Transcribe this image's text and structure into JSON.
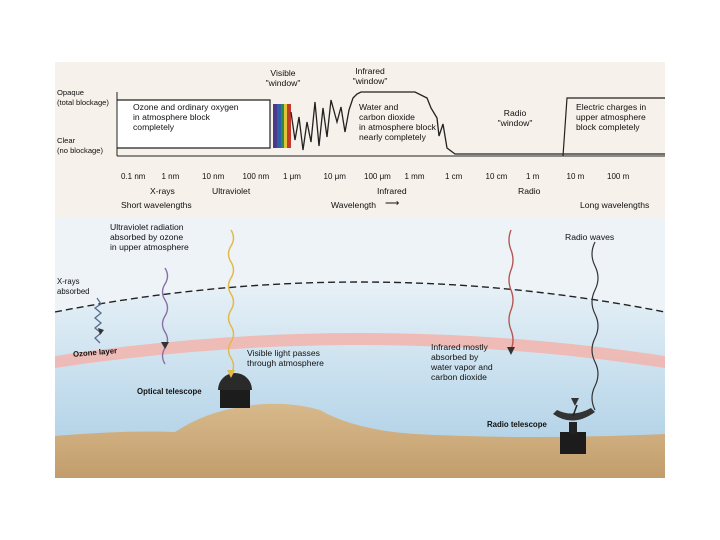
{
  "top_chart": {
    "y_opaque": "Opaque\n(total blockage)",
    "y_clear": "Clear\n(no blockage)",
    "ozone_note": "Ozone and ordinary oxygen\nin atmosphere block\ncompletely",
    "visible_window": "Visible\n\"window\"",
    "infrared_window": "Infrared\n\"window\"",
    "water_note": "Water and\ncarbon dioxide\nin atmosphere block\nnearly completely",
    "radio_window": "Radio\n\"window\"",
    "electric_note": "Electric charges in\nupper atmosphere\nblock completely",
    "ticks": [
      "0.1 nm",
      "1 nm",
      "10 nm",
      "100 nm",
      "1 μm",
      "10 μm",
      "100 μm",
      "1 mm",
      "1 cm",
      "10 cm",
      "1 m",
      "10 m",
      "100 m"
    ],
    "bands": [
      "X-rays",
      "Ultraviolet",
      "Infrared",
      "Radio"
    ],
    "short_wavelengths": "Short wavelengths",
    "wavelength_label": "Wavelength",
    "long_wavelengths": "Long wavelengths"
  },
  "scene": {
    "uv_note": "Ultraviolet radiation\nabsorbed by ozone\nin upper atmosphere",
    "xrays_note": "X-rays\nabsorbed",
    "ozone_layer": "Ozone layer",
    "visible_note": "Visible light passes\nthrough atmosphere",
    "optical_telescope": "Optical telescope",
    "infrared_note": "Infrared mostly\nabsorbed by\nwater vapor and\ncarbon dioxide",
    "radio_waves": "Radio waves",
    "radio_telescope": "Radio telescope"
  },
  "colors": {
    "sky": "#cfe3f0",
    "ozone": "#f2b9b4",
    "ground": "#c9a576",
    "uv_ray": "#9b7fb8",
    "visible_ray": "#e8c25a",
    "infrared_ray": "#c0605a"
  }
}
